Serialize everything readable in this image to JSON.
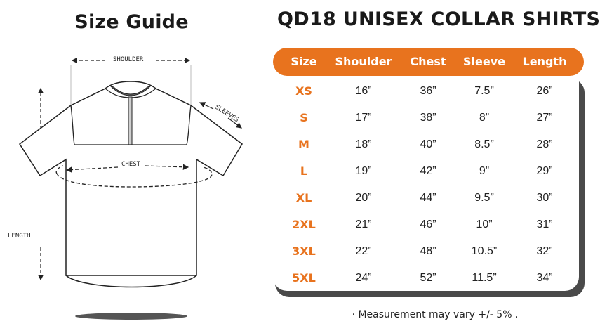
{
  "guide": {
    "title": "Size Guide",
    "labels": {
      "shoulder": "SHOULDER",
      "sleeves": "SLEEVES",
      "chest": "CHEST",
      "length": "LENGTH"
    }
  },
  "table": {
    "title": "QD18 UNISEX COLLAR SHIRTS",
    "headers": [
      "Size",
      "Shoulder",
      "Chest",
      "Sleeve",
      "Length"
    ],
    "rows": [
      [
        "XS",
        "16”",
        "36”",
        "7.5”",
        "26”"
      ],
      [
        "S",
        "17”",
        "38”",
        "8”",
        "27”"
      ],
      [
        "M",
        "18”",
        "40”",
        "8.5”",
        "28”"
      ],
      [
        "L",
        "19”",
        "42”",
        "9”",
        "29”"
      ],
      [
        "XL",
        "20”",
        "44”",
        "9.5”",
        "30”"
      ],
      [
        "2XL",
        "21”",
        "46”",
        "10”",
        "31”"
      ],
      [
        "3XL",
        "22”",
        "48”",
        "10.5”",
        "32”"
      ],
      [
        "5XL",
        "24”",
        "52”",
        "11.5”",
        "34”"
      ]
    ],
    "footnote": "· Measurement may vary +/- 5% ."
  },
  "colors": {
    "accent": "#e8731e",
    "text": "#222222",
    "shadow": "#4a4a4a"
  }
}
